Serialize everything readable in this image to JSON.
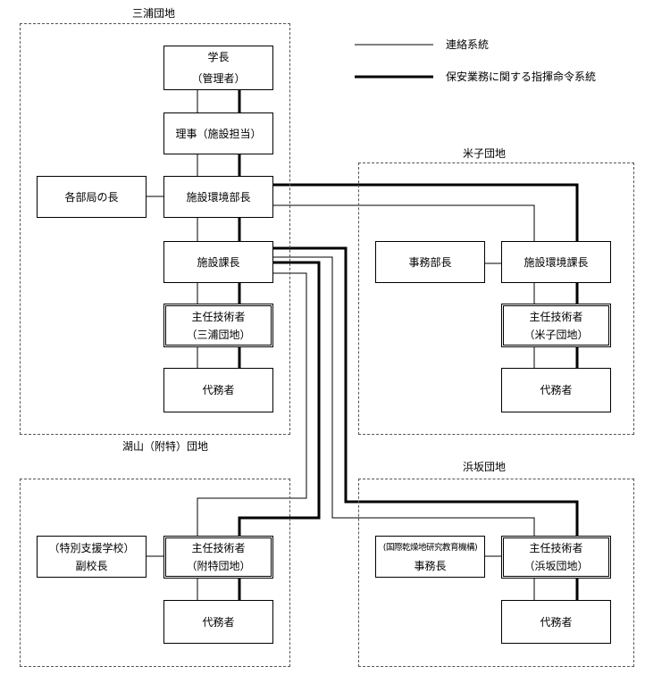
{
  "legend": {
    "contact": "連絡系統",
    "command": "保安業務に関する指揮命令系統"
  },
  "zones": {
    "miura": "三浦団地",
    "yonago": "米子団地",
    "koyama": "湖山（附特）団地",
    "hamasaka": "浜坂団地"
  },
  "boxes": {
    "president": {
      "line1": "学長",
      "line2": "（管理者）"
    },
    "director": {
      "line1": "理事（施設担当）"
    },
    "dept_heads": {
      "line1": "各部局の長"
    },
    "env_dept_head": {
      "line1": "施設環境部長"
    },
    "facility_chief": {
      "line1": "施設課長"
    },
    "chief_eng_miura": {
      "line1": "主任技術者",
      "line2": "（三浦団地）"
    },
    "deputy_miura": {
      "line1": "代務者"
    },
    "admin_head_yonago": {
      "line1": "事務部長"
    },
    "env_chief_yonago": {
      "line1": "施設環境課長"
    },
    "chief_eng_yonago": {
      "line1": "主任技術者",
      "line2": "（米子団地）"
    },
    "deputy_yonago": {
      "line1": "代務者"
    },
    "vice_principal": {
      "line1": "（特別支援学校）",
      "line2": "副校長"
    },
    "chief_eng_koyama": {
      "line1": "主任技術者",
      "line2": "（附特団地）"
    },
    "deputy_koyama": {
      "line1": "代務者"
    },
    "admin_head_hamasaka": {
      "line1": "(国際乾燥地研究教育機構)",
      "line2": "事務長"
    },
    "chief_eng_hamasaka": {
      "line1": "主任技術者",
      "line2": "（浜坂団地）"
    },
    "deputy_hamasaka": {
      "line1": "代務者"
    }
  }
}
